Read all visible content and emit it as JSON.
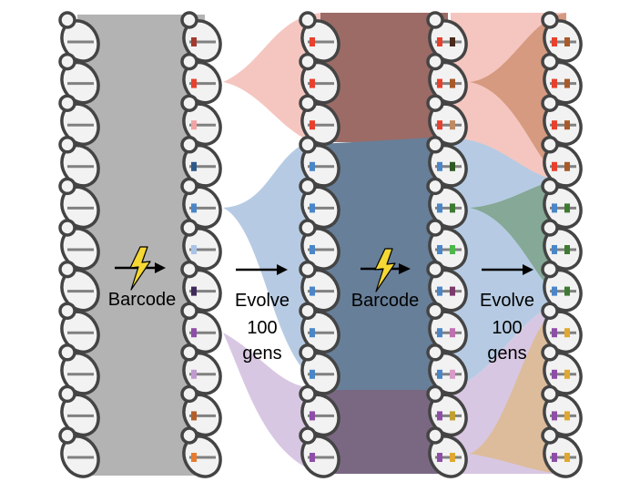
{
  "title": "Lineage barcoding and evolution schematic",
  "steps": [
    {
      "id": "barcode1",
      "label": "Barcode",
      "icon": "lightning-bolt-icon"
    },
    {
      "id": "evolve1",
      "label_lines": [
        "Evolve",
        "100",
        "gens"
      ],
      "icon": "arrow-right-icon"
    },
    {
      "id": "barcode2",
      "label": "Barcode",
      "icon": "lightning-bolt-icon"
    },
    {
      "id": "evolve2",
      "label_lines": [
        "Evolve",
        "100",
        "gens"
      ],
      "icon": "arrow-right-icon"
    }
  ],
  "colors": {
    "cell_fill": "#f2f2f2",
    "cell_stroke": "#444444",
    "chromosome": "#808080",
    "bolt": "#f5d833",
    "band_gray": "#b3b3b3",
    "band_red_dark": "#9c6b66",
    "band_blue_dark": "#677f99",
    "band_purple_dark": "#7a6883",
    "flow_red": "#f5c6c0",
    "flow_blue": "#b6cbe3",
    "flow_purple": "#d8c7e2",
    "flow_brown": "#d59a80",
    "flow_green": "#86a896",
    "flow_tan": "#ddbc9c"
  },
  "columns": [
    {
      "id": "ancestor",
      "barcodes": [
        [],
        [],
        [],
        [],
        [],
        [],
        [],
        [],
        [],
        [],
        []
      ]
    },
    {
      "id": "barcoded-1",
      "barcodes": [
        [
          "#a23a2e"
        ],
        [
          "#e8402d"
        ],
        [
          "#f2a3a3"
        ],
        [
          "#2e5a8a"
        ],
        [
          "#4a86c8"
        ],
        [
          "#a9c3e8"
        ],
        [
          "#3e2a5a"
        ],
        [
          "#8e4ea8"
        ],
        [
          "#c09ad0"
        ],
        [
          "#b35e2a"
        ],
        [
          "#e87a30"
        ]
      ]
    },
    {
      "id": "evolved-1",
      "barcodes": [
        [
          "#e8402d"
        ],
        [
          "#e8402d"
        ],
        [
          "#e8402d"
        ],
        [
          "#4a86c8"
        ],
        [
          "#4a86c8"
        ],
        [
          "#4a86c8"
        ],
        [
          "#4a86c8"
        ],
        [
          "#4a86c8"
        ],
        [
          "#4a86c8"
        ],
        [
          "#8e4ea8"
        ],
        [
          "#8e4ea8"
        ]
      ]
    },
    {
      "id": "barcoded-2",
      "barcodes": [
        [
          "#e8402d",
          "#4a2a1a"
        ],
        [
          "#e8402d",
          "#a85a2a"
        ],
        [
          "#e8402d",
          "#c08a62"
        ],
        [
          "#4a86c8",
          "#2e5a22"
        ],
        [
          "#4a86c8",
          "#3e7a32"
        ],
        [
          "#4a86c8",
          "#4cb84a"
        ],
        [
          "#4a86c8",
          "#7a3a6a"
        ],
        [
          "#4a86c8",
          "#c070b0"
        ],
        [
          "#4a86c8",
          "#d89ac8"
        ],
        [
          "#8e4ea8",
          "#c0a030"
        ],
        [
          "#8e4ea8",
          "#e0a830"
        ]
      ]
    },
    {
      "id": "evolved-2",
      "barcodes": [
        [
          "#e8402d",
          "#a85a2a"
        ],
        [
          "#e8402d",
          "#a85a2a"
        ],
        [
          "#e8402d",
          "#a85a2a"
        ],
        [
          "#e8402d",
          "#a85a2a"
        ],
        [
          "#4a86c8",
          "#3e7a32"
        ],
        [
          "#4a86c8",
          "#3e7a32"
        ],
        [
          "#4a86c8",
          "#3e7a32"
        ],
        [
          "#8e4ea8",
          "#e0a830"
        ],
        [
          "#8e4ea8",
          "#e0a830"
        ],
        [
          "#8e4ea8",
          "#e0a830"
        ],
        [
          "#8e4ea8",
          "#e0a830"
        ]
      ]
    }
  ]
}
